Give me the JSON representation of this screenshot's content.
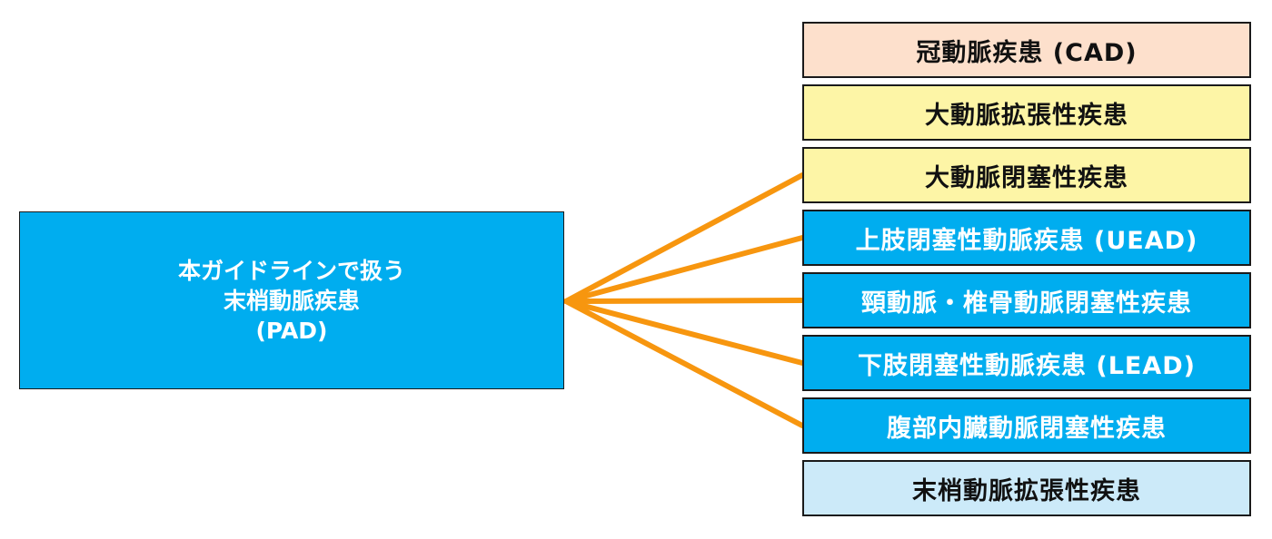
{
  "root": {
    "lines": [
      "本ガイドラインで扱う",
      "末梢動脈疾患",
      "(PAD)"
    ],
    "color": "#00adef",
    "text_color": "#ffffff"
  },
  "connector_color": "#f7960f",
  "categories": [
    {
      "label": "冠動脈疾患 (CAD)",
      "bg": "#fde0cc",
      "fg": "#111111",
      "connected": false
    },
    {
      "label": "大動脈拡張性疾患",
      "bg": "#fdf5a6",
      "fg": "#111111",
      "connected": false
    },
    {
      "label": "大動脈閉塞性疾患",
      "bg": "#fdf5a6",
      "fg": "#111111",
      "connected": true
    },
    {
      "label": "上肢閉塞性動脈疾患 (UEAD)",
      "bg": "#00adef",
      "fg": "#ffffff",
      "connected": true
    },
    {
      "label": "頸動脈・椎骨動脈閉塞性疾患",
      "bg": "#00adef",
      "fg": "#ffffff",
      "connected": true
    },
    {
      "label": "下肢閉塞性動脈疾患 (LEAD)",
      "bg": "#00adef",
      "fg": "#ffffff",
      "connected": true
    },
    {
      "label": "腹部内臓動脈閉塞性疾患",
      "bg": "#00adef",
      "fg": "#ffffff",
      "connected": true
    },
    {
      "label": "末梢動脈拡張性疾患",
      "bg": "#cceaf9",
      "fg": "#111111",
      "connected": false
    }
  ]
}
